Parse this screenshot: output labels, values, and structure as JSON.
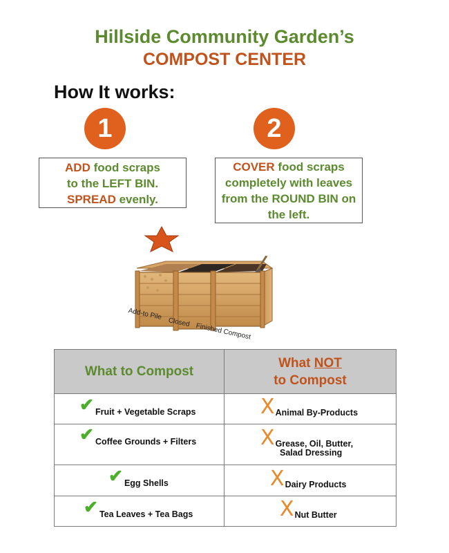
{
  "header": {
    "title_line1": "Hillside Community Garden’s",
    "title_line2": "COMPOST CENTER"
  },
  "how_it_works": "How It works:",
  "steps": [
    {
      "number": "1",
      "lines": [
        {
          "hl": "ADD",
          "rest": " food scraps"
        },
        {
          "hl": "",
          "rest": "to the LEFT BIN."
        },
        {
          "hl": "SPREAD",
          "rest": " evenly."
        }
      ]
    },
    {
      "number": "2",
      "lines": [
        {
          "hl": "COVER",
          "rest": " food scraps"
        },
        {
          "hl": "",
          "rest": "completely with leaves"
        },
        {
          "hl": "",
          "rest": "from the ROUND BIN on"
        },
        {
          "hl": "",
          "rest": "the left."
        }
      ]
    }
  ],
  "bin_labels": [
    "Add-to Pile",
    "Closed",
    "Finished Compost"
  ],
  "table": {
    "header_yes": "What to Compost",
    "header_no_prefix": "What ",
    "header_no_not": "NOT",
    "header_no_line2": "to Compost",
    "yes_items": [
      "Fruit + Vegetable Scraps",
      "Coffee Grounds + Filters",
      "Egg Shells",
      "Tea Leaves + Tea Bags"
    ],
    "no_items": [
      {
        "line1": "Animal By-Products",
        "line2": ""
      },
      {
        "line1": "Grease, Oil, Butter,",
        "line2": "Salad Dressing"
      },
      {
        "line1": "Dairy Products",
        "line2": ""
      },
      {
        "line1": "Nut Butter",
        "line2": ""
      }
    ],
    "check_glyph": "✔",
    "x_glyph": "X"
  },
  "colors": {
    "green": "#5c8a2e",
    "orange": "#c0531c",
    "circle": "#e0601e",
    "star": "#d9541a"
  }
}
